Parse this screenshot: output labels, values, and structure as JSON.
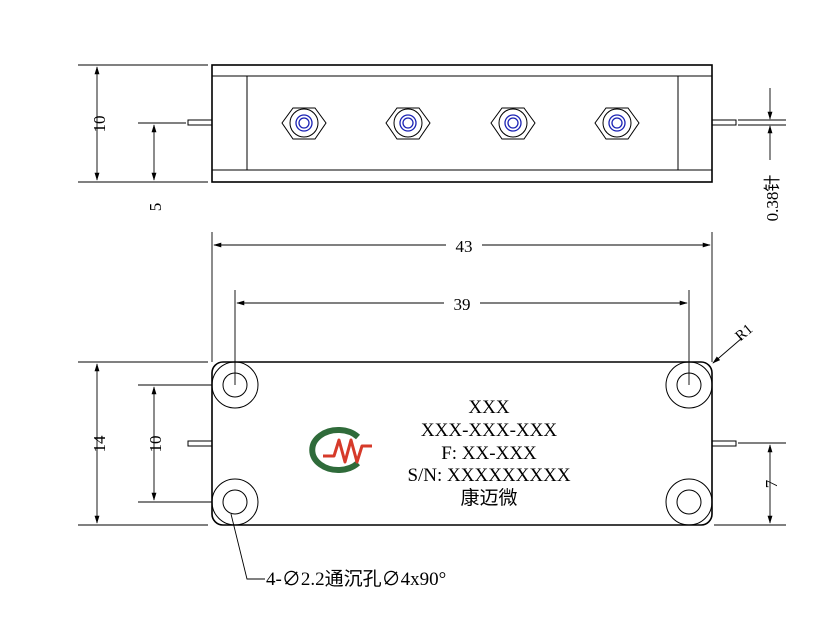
{
  "dimensions": {
    "top_height": "10",
    "top_offset": "5",
    "pin_diameter": "0.38针",
    "overall_length": "43",
    "hole_spacing": "39",
    "corner_radius": "R1",
    "overall_height": "14",
    "hole_vertical_spacing": "10",
    "pin_offset": "7",
    "hole_note": "4-∅2.2通沉孔∅4x90°"
  },
  "label": {
    "model": "XXX",
    "part_number": "XXX-XXX-XXX",
    "frequency": "F: XX-XXX",
    "serial": "S/N: XXXXXXXXX",
    "brand": "康迈微"
  },
  "logo": {
    "name": "kmw-logo",
    "colors": {
      "ring": "#2f6b3a",
      "wave": "#d63a2a"
    }
  },
  "connector_count": 4
}
